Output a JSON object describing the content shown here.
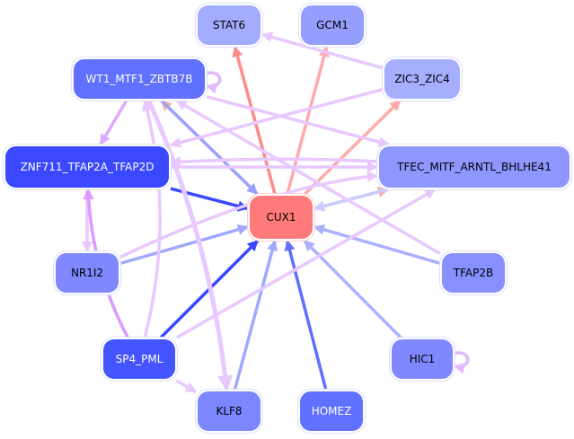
{
  "nodes": [
    {
      "id": "STAT6",
      "label": "STAT6",
      "color": "#a4acff",
      "text": "#000000"
    },
    {
      "id": "GCM1",
      "label": "GCM1",
      "color": "#959dff",
      "text": "#000000"
    },
    {
      "id": "WT1",
      "label": "WT1_MTF1_ZBTB7B",
      "color": "#6070ff",
      "text": "#ffffff"
    },
    {
      "id": "ZIC3",
      "label": "ZIC3_ZIC4",
      "color": "#a6aeff",
      "text": "#000000"
    },
    {
      "id": "ZNF711",
      "label": "ZNF711_TFAP2A_TFAP2D",
      "color": "#3a48ff",
      "text": "#ffffff"
    },
    {
      "id": "TFEC",
      "label": "TFEC_MITF_ARNTL_BHLHE41",
      "color": "#8f97ff",
      "text": "#000000"
    },
    {
      "id": "CUX1",
      "label": "CUX1",
      "color": "#ff7b7b",
      "text": "#000000"
    },
    {
      "id": "NR1I2",
      "label": "NR1I2",
      "color": "#8088ff",
      "text": "#000000"
    },
    {
      "id": "TFAP2B",
      "label": "TFAP2B",
      "color": "#8890ff",
      "text": "#000000"
    },
    {
      "id": "SP4",
      "label": "SP4_PML",
      "color": "#4455ff",
      "text": "#ffffff"
    },
    {
      "id": "HIC1",
      "label": "HIC1",
      "color": "#8088ff",
      "text": "#000000"
    },
    {
      "id": "KLF8",
      "label": "KLF8",
      "color": "#7b86ff",
      "text": "#000000"
    },
    {
      "id": "HOMEZ",
      "label": "HOMEZ",
      "color": "#6070ff",
      "text": "#ffffff"
    }
  ],
  "edges": [
    {
      "from": "CUX1",
      "to": "STAT6",
      "color": "#ff8a8a"
    },
    {
      "from": "CUX1",
      "to": "GCM1",
      "color": "#ffaaaa"
    },
    {
      "from": "CUX1",
      "to": "ZIC3",
      "color": "#ffaaaa"
    },
    {
      "from": "CUX1",
      "to": "TFEC",
      "color": "#ffaaaa"
    },
    {
      "from": "CUX1",
      "to": "WT1",
      "color": "#ffb0a0"
    },
    {
      "from": "WT1",
      "to": "CUX1",
      "color": "#99a2ff"
    },
    {
      "from": "ZNF711",
      "to": "CUX1",
      "color": "#3a48ff"
    },
    {
      "from": "NR1I2",
      "to": "CUX1",
      "color": "#a0a8ff"
    },
    {
      "from": "SP4",
      "to": "CUX1",
      "color": "#3a48ff"
    },
    {
      "from": "KLF8",
      "to": "CUX1",
      "color": "#a0a8ff"
    },
    {
      "from": "HOMEZ",
      "to": "CUX1",
      "color": "#6070ff"
    },
    {
      "from": "HIC1",
      "to": "CUX1",
      "color": "#aab0ff"
    },
    {
      "from": "TFAP2B",
      "to": "CUX1",
      "color": "#aab0ff"
    },
    {
      "from": "TFEC",
      "to": "CUX1",
      "color": "#c8ccff"
    },
    {
      "from": "ZIC3",
      "to": "STAT6",
      "color": "#e8c8ff"
    },
    {
      "from": "ZIC3",
      "to": "ZNF711",
      "color": "#e8c8ff"
    },
    {
      "from": "WT1",
      "to": "WT1",
      "color": "#e0b8ff"
    },
    {
      "from": "HIC1",
      "to": "HIC1",
      "color": "#e0b8ff"
    },
    {
      "from": "WT1",
      "to": "ZNF711",
      "color": "#dda8ff"
    },
    {
      "from": "WT1",
      "to": "TFEC",
      "color": "#e8c8ff"
    },
    {
      "from": "TFAP2B",
      "to": "WT1",
      "color": "#e8c8ff"
    },
    {
      "from": "ZNF711",
      "to": "TFEC",
      "color": "#e8c8ff"
    },
    {
      "from": "TFEC",
      "to": "ZNF711",
      "color": "#e8c8ff"
    },
    {
      "from": "ZNF711",
      "to": "NR1I2",
      "color": "#e8c8ff"
    },
    {
      "from": "SP4",
      "to": "ZNF711",
      "color": "#dd99ff"
    },
    {
      "from": "SP4",
      "to": "WT1",
      "color": "#e8c8ff"
    },
    {
      "from": "WT1",
      "to": "KLF8",
      "color": "#e8c8ff"
    },
    {
      "from": "SP4",
      "to": "KLF8",
      "color": "#e8c8ff"
    },
    {
      "from": "SP4",
      "to": "TFEC",
      "color": "#e8c8ff"
    },
    {
      "from": "NR1I2",
      "to": "TFEC",
      "color": "#e8c8ff"
    }
  ]
}
